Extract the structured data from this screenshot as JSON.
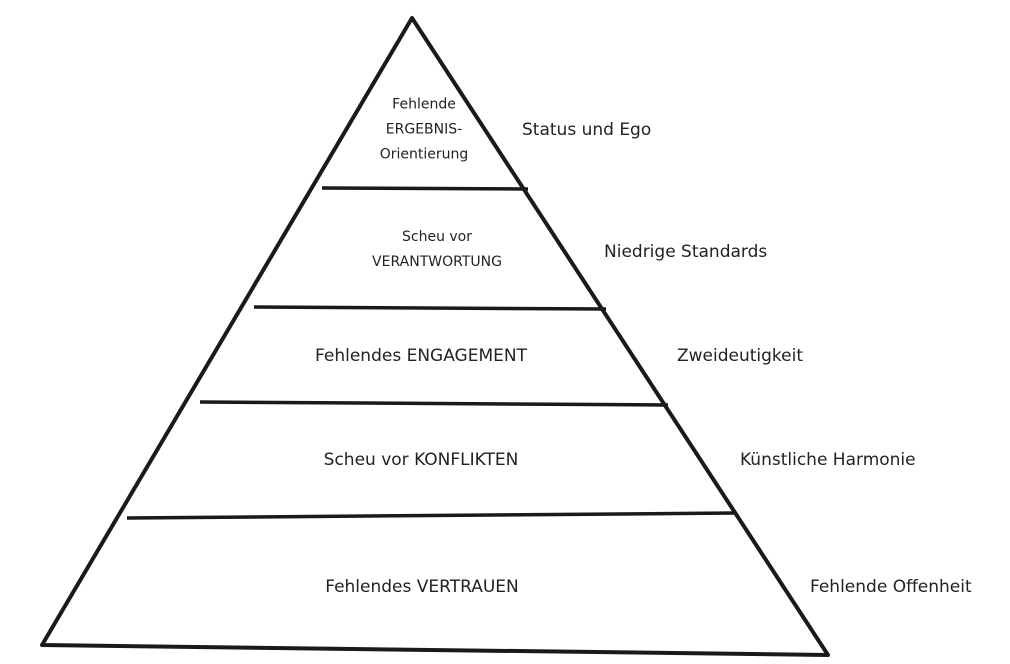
{
  "tiers": [
    {
      "lines": [
        "Fehlende",
        "ERGEBNIS-",
        "Orientierung"
      ],
      "side_label": "Status und Ego"
    },
    {
      "lines": [
        "Scheu vor",
        "VERANTWORTUNG"
      ],
      "side_label": "Niedrige Standards"
    },
    {
      "lines": [
        "Fehlendes ENGAGEMENT"
      ],
      "side_label": "Zweideutigkeit"
    },
    {
      "lines": [
        "Scheu vor KONFLIKTEN"
      ],
      "side_label": "Künstliche Harmonie"
    },
    {
      "lines": [
        "Fehlendes VERTRAUEN"
      ],
      "side_label": "Fehlende Offenheit"
    }
  ]
}
